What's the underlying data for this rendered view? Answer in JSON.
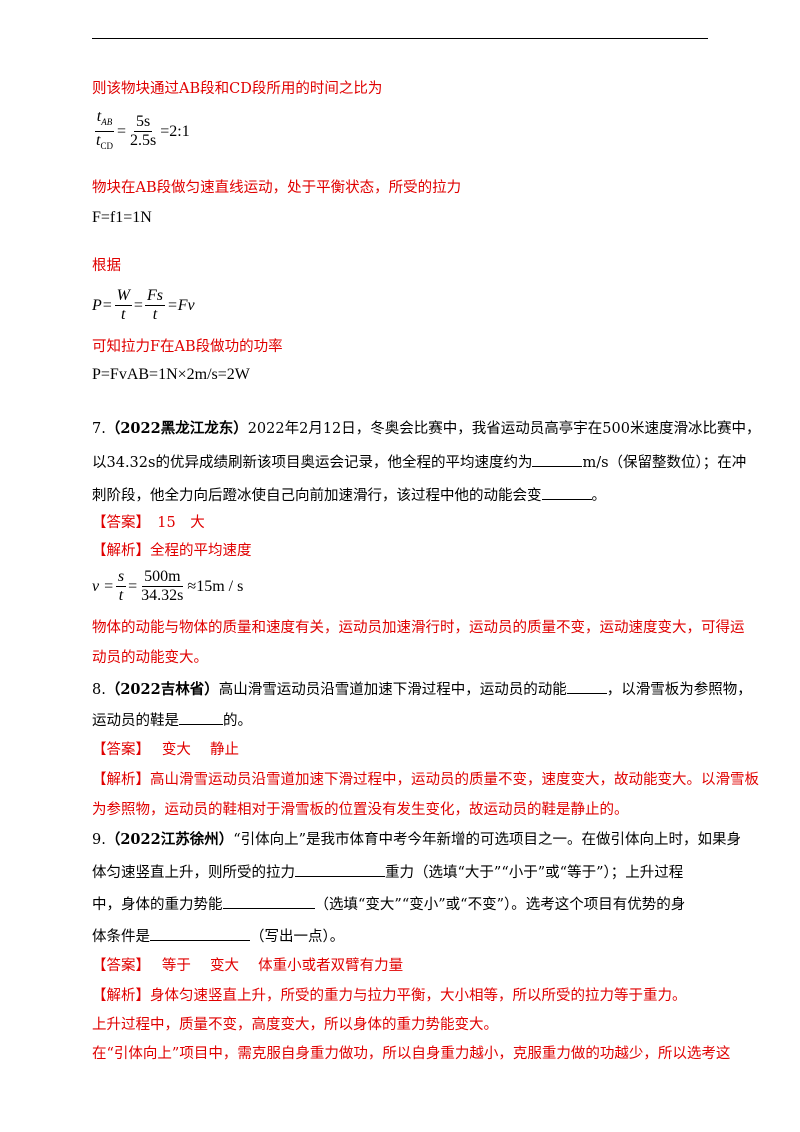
{
  "block1": {
    "ratio_text": "则该物块通过AB段和CD段所用的时间之比为",
    "ratio_eq": {
      "num_sub_top": "AB",
      "num_sub_bottom": "CD",
      "frac_num": "5s",
      "frac_den": "2.5s",
      "result": "=2:1"
    },
    "balance_text": "物块在AB段做匀速直线运动，处于平衡状态，所受的拉力",
    "force_eq": "F=f1=1N",
    "basis_text": "根据",
    "power_eq": {
      "p": "P=",
      "w": "W",
      "t1": "t",
      "fs": "Fs",
      "t2": "t",
      "fv": "=Fv"
    },
    "power_text": "可知拉力F在AB段做功的功率",
    "power_result": "P=FvAB=1N×2m/s=2W"
  },
  "q7": {
    "number": "7.",
    "source": "（2022黑龙江龙东）",
    "line1": "2022年2月12日，冬奥会比赛中，我省运动员高亭宇在500米速度滑冰比赛中，",
    "line2a": "以34.32s的优异成绩刷新该项目奥运会记录，他全程的平均速度约为",
    "line2b": "m/s（保留整数位）；在冲",
    "line3a": "刺阶段，他全力向后蹬冰使自己向前加速滑行，该过程中他的动能会变",
    "line3b": "。",
    "answer_label": "【答案】",
    "answer_value": "15　大",
    "analysis_label": "【解析】",
    "analysis_head": "全程的平均速度",
    "eq": {
      "v": "v =",
      "s": "s",
      "t": "t",
      "num": "500m",
      "den": "34.32s",
      "approx": "≈15m / s"
    },
    "analysis_body1": "物体的动能与物体的质量和速度有关，运动员加速滑行时，运动员的质量不变，运动速度变大，可得运",
    "analysis_body2": "动员的动能变大。"
  },
  "q8": {
    "number": "8.",
    "source": "（2022吉林省）",
    "line1a": "高山滑雪运动员沿雪道加速下滑过程中，运动员的动能",
    "line1b": "，以滑雪板为参照物，",
    "line2a": "运动员的鞋是",
    "line2b": "的。",
    "answer_label": "【答案】",
    "answer_value": "变大　 静止",
    "analysis_label": "【解析】",
    "analysis1": "高山滑雪运动员沿雪道加速下滑过程中，运动员的质量不变，速度变大，故动能变大。以滑雪板",
    "analysis2": "为参照物，运动员的鞋相对于滑雪板的位置没有发生变化，故运动员的鞋是静止的。"
  },
  "q9": {
    "number": "9.",
    "source": "（2022江苏徐州）",
    "line1": "“引体向上”是我市体育中考今年新增的可选项目之一。在做引体向上时，如果身",
    "line2a": "体匀速竖直上升，则所受的拉力",
    "line2b": "重力（选填“大于”“小于”或“等于”）；上升过程",
    "line3a": "中，身体的重力势能",
    "line3b": "（选填“变大”“变小”或“不变”）。选考这个项目有优势的身",
    "line4a": "体条件是",
    "line4b": "（写出一点）。",
    "answer_label": "【答案】",
    "answer_value": "等于　 变大　 体重小或者双臂有力量",
    "analysis_label": "【解析】",
    "analysis1": "身体匀速竖直上升，所受的重力与拉力平衡，大小相等，所以所受的拉力等于重力。",
    "analysis2": "上升过程中，质量不变，高度变大，所以身体的重力势能变大。",
    "analysis3": "在“引体向上”项目中，需克服自身重力做功，所以自身重力越小，克服重力做的功越少，所以选考这"
  }
}
